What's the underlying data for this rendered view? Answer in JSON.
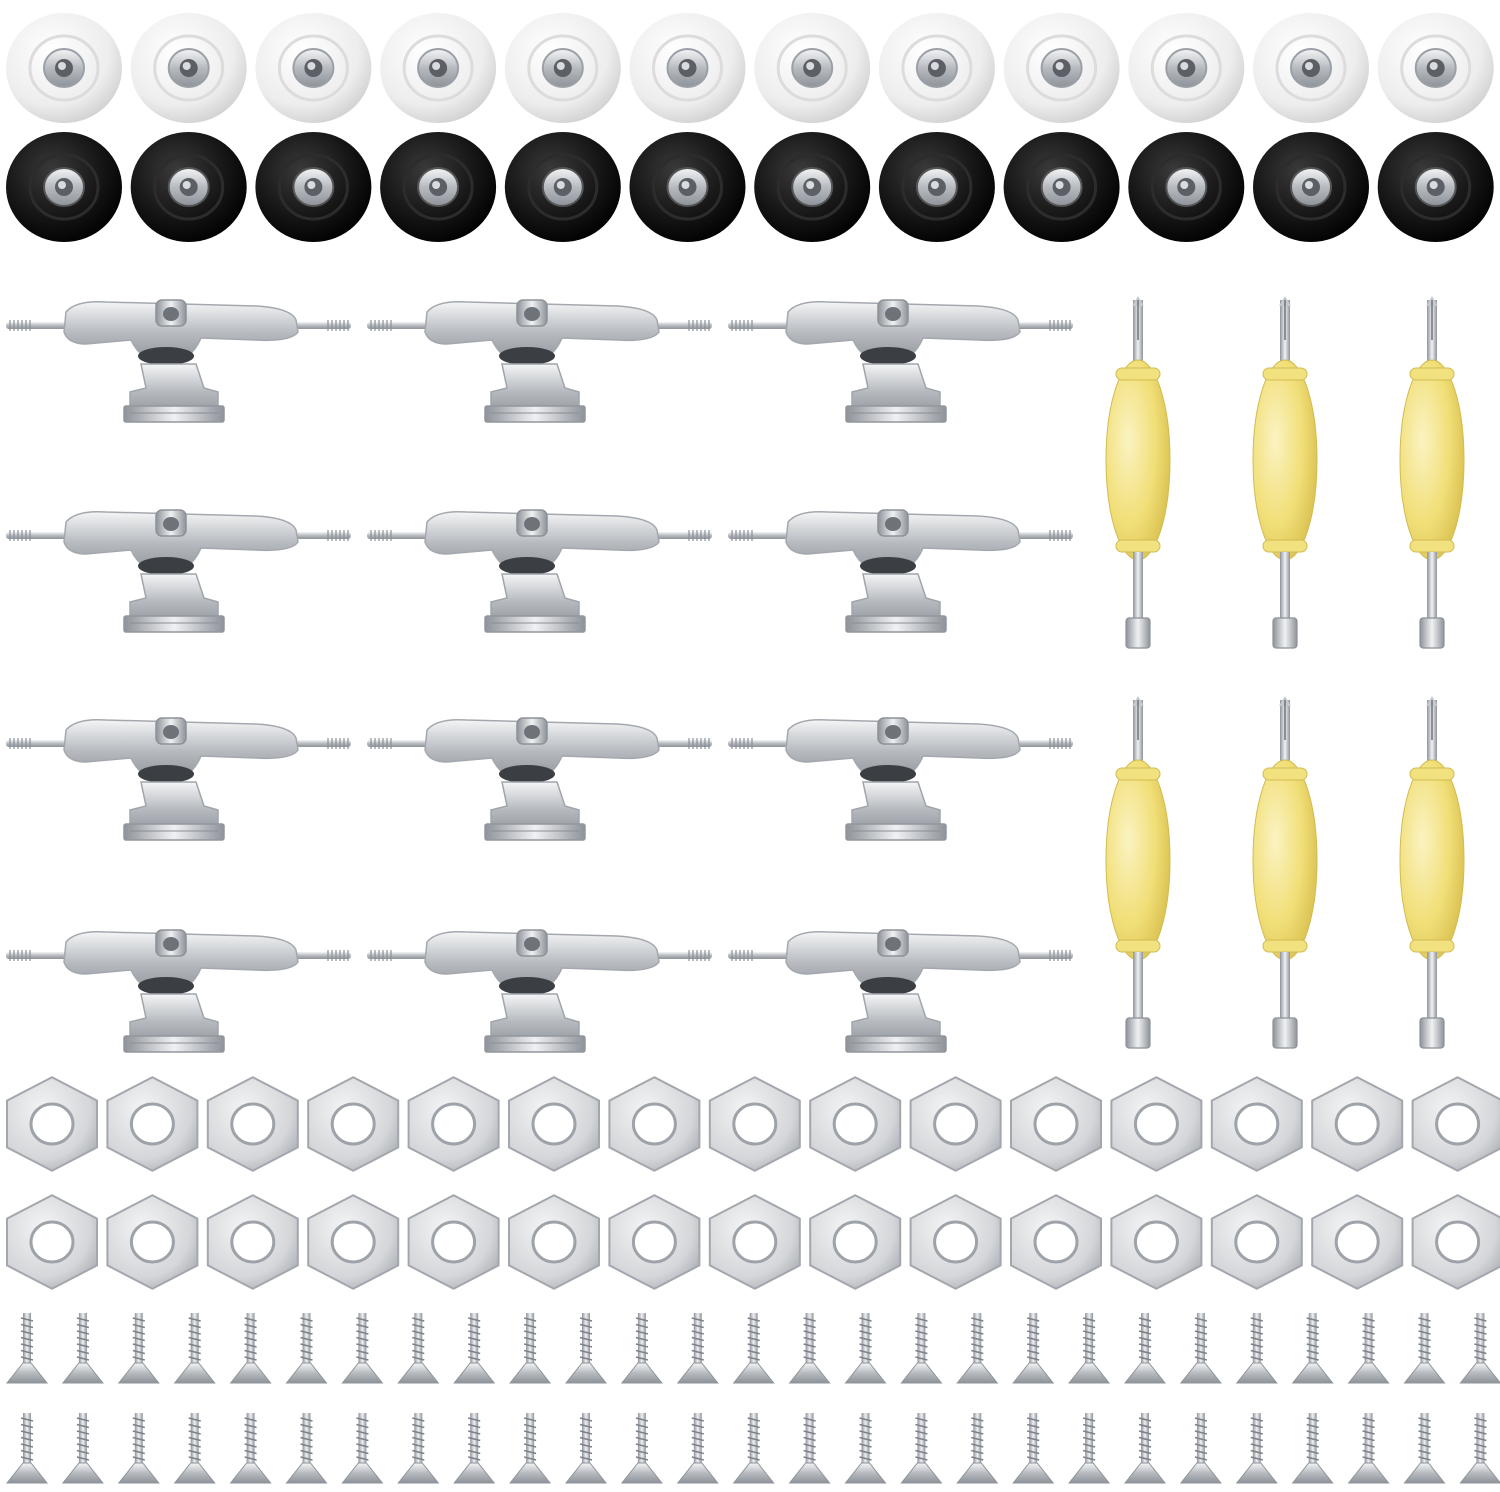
{
  "scene": {
    "background": "#ffffff",
    "wheels_white": {
      "count": 12,
      "color": "#efefef",
      "bearing": "#c9cdd2"
    },
    "wheels_black": {
      "count": 12,
      "color": "#141414",
      "bearing": "#b8bcc2"
    },
    "trucks": {
      "count": 12,
      "color": "#c3c6cb"
    },
    "tools": {
      "count": 6,
      "handle_color": "#f3e48c",
      "shaft_color": "#cfd2d6"
    },
    "nuts": {
      "count": 30,
      "color": "#d6d8db"
    },
    "screws": {
      "count": 54,
      "color": "#b9bdc3"
    }
  }
}
